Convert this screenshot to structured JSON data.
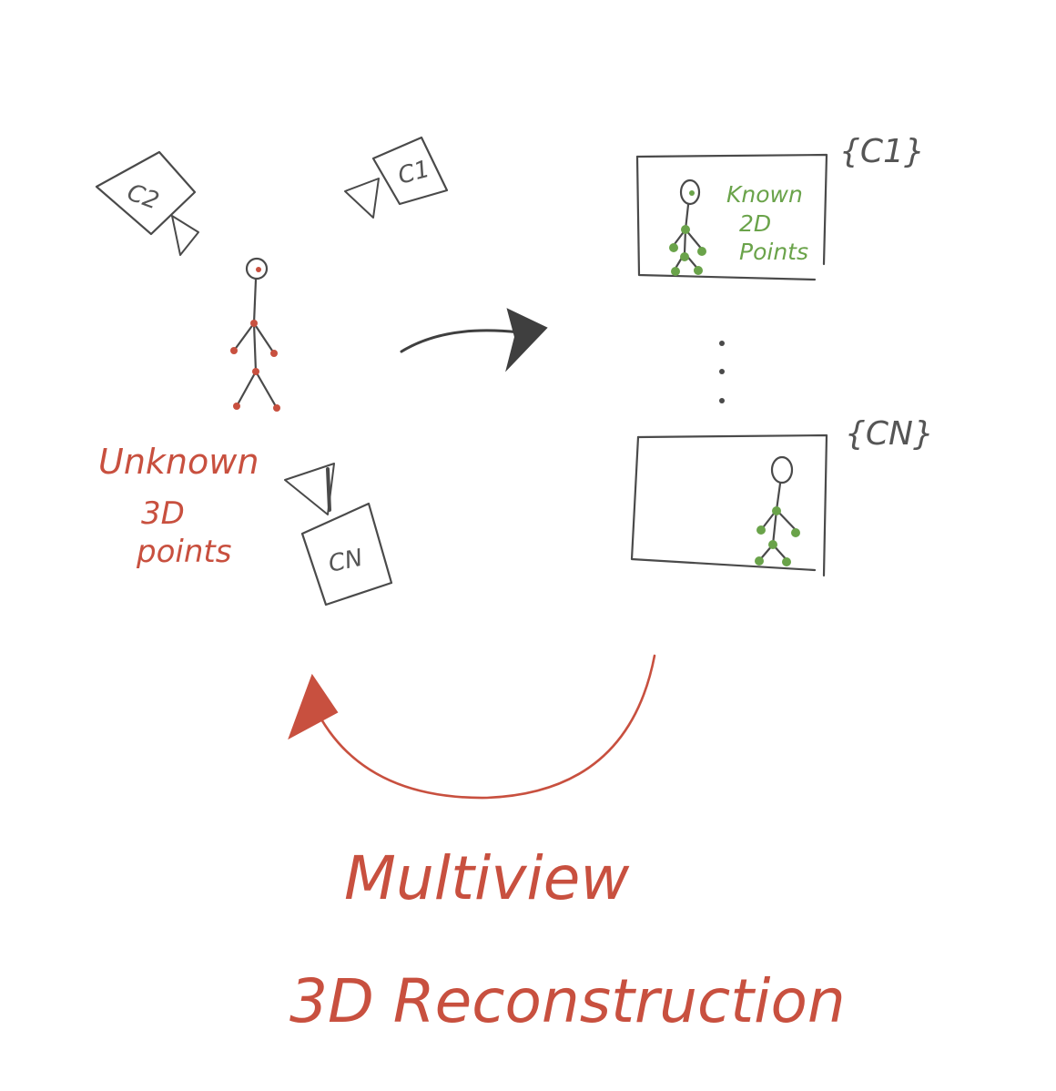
{
  "colors": {
    "ink": "#4a4a4a",
    "red_accent": "#c8503f",
    "green_accent": "#6aa34a",
    "background": "#ffffff"
  },
  "scene": {
    "cameras": [
      {
        "id": "c2",
        "label": "C2"
      },
      {
        "id": "c1",
        "label": "C1"
      },
      {
        "id": "cn",
        "label": "CN"
      }
    ],
    "unknown_label_line1": "Unknown",
    "unknown_label_line2": "3D",
    "unknown_label_line3": "points"
  },
  "views": {
    "top_set_label": "{C1}",
    "bottom_set_label": "{CN}",
    "known_label_line1": "Known",
    "known_label_line2": "2D",
    "known_label_line3": "Points",
    "ellipsis": "⋮"
  },
  "caption": {
    "line1": "Multiview",
    "line2": "3D Reconstruction"
  },
  "icons": {
    "forward_arrow": "arrow-right-icon",
    "return_arrow": "curved-arrow-icon"
  }
}
